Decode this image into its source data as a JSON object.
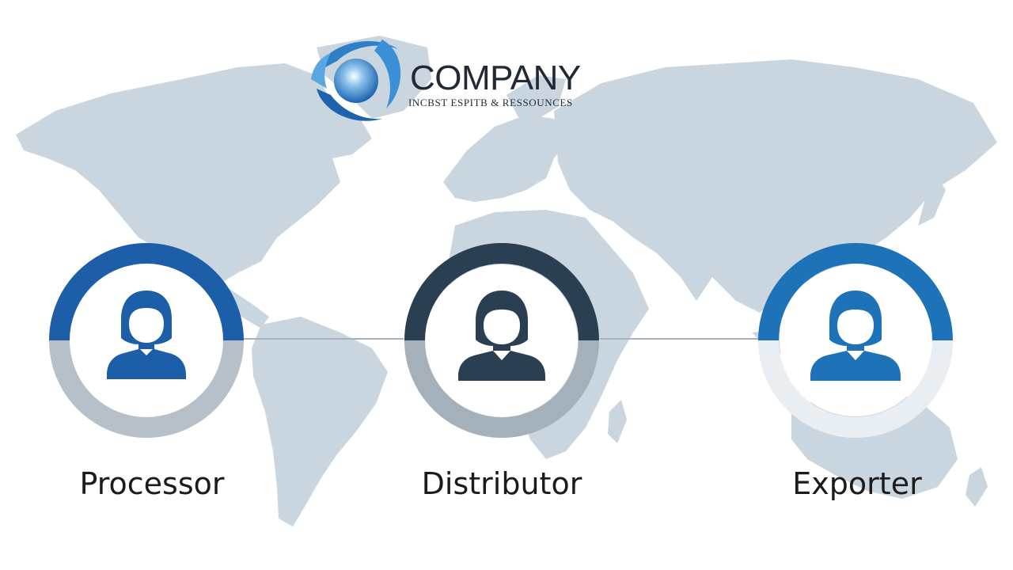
{
  "logo": {
    "icon": "globe-swoosh-icon",
    "company_name": "COMPANY",
    "tagline": "INCBST ESPITB & RESSOUNCES"
  },
  "nodes": [
    {
      "label": "Processor",
      "icon": "person-icon",
      "accent": "#1c5fa8",
      "lower_arc": "#b6c0c8"
    },
    {
      "label": "Distributor",
      "icon": "person-icon",
      "accent": "#2a3f52",
      "lower_arc": "#a5b1ba"
    },
    {
      "label": "Exporter",
      "icon": "person-icon",
      "accent": "#1e73b8",
      "lower_arc": "#e9eef2"
    }
  ],
  "colors": {
    "map": "#c9d6df",
    "connector": "#a6b2bc"
  }
}
